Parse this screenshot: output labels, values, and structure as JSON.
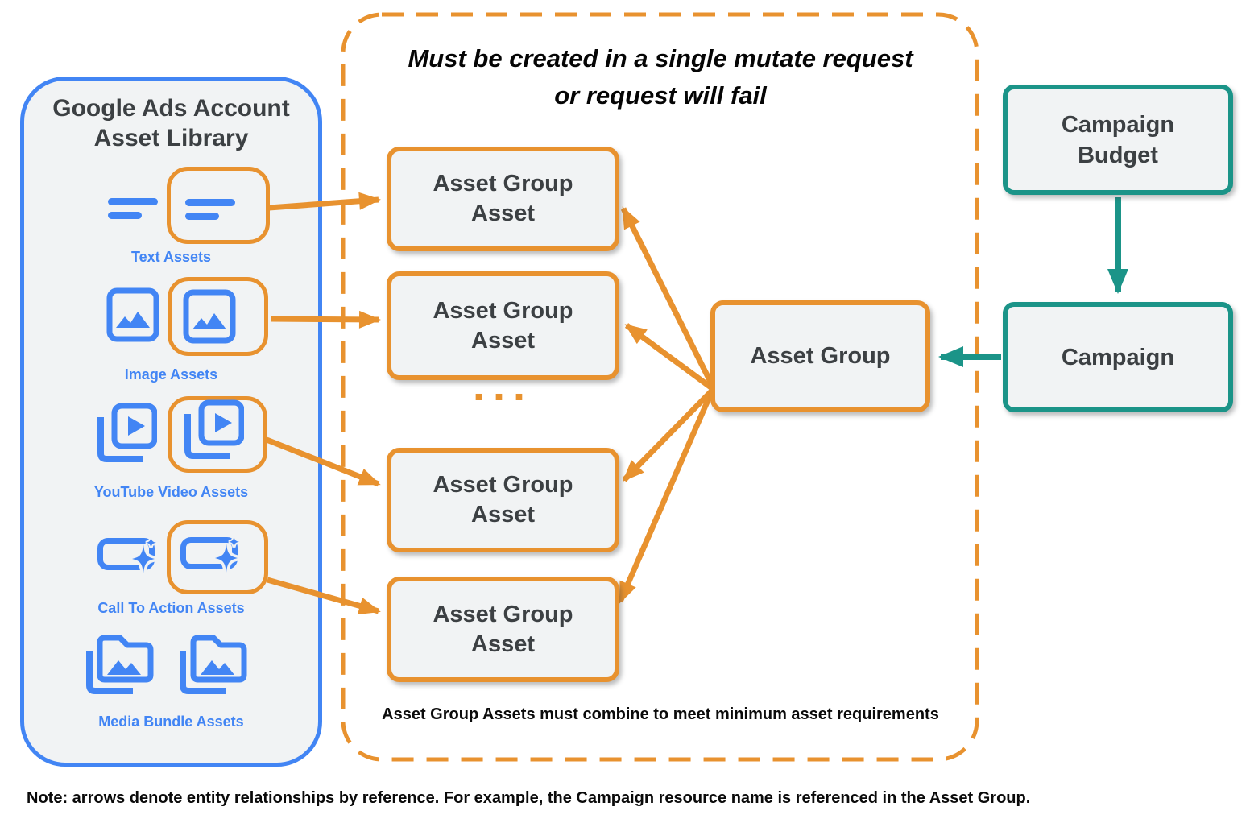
{
  "colors": {
    "google_blue": "#4285F4",
    "orange": "#E8922F",
    "teal": "#1B9488",
    "box_fill": "#F1F3F4",
    "dark_text": "#3C4043"
  },
  "asset_library": {
    "title_line1": "Google Ads Account",
    "title_line2": "Asset Library",
    "items": [
      {
        "icon": "text-asset-icon",
        "label": "Text Assets"
      },
      {
        "icon": "image-asset-icon",
        "label": "Image Assets"
      },
      {
        "icon": "youtube-video-asset-icon",
        "label": "YouTube Video Assets"
      },
      {
        "icon": "call-to-action-asset-icon",
        "label": "Call To Action Assets"
      },
      {
        "icon": "media-bundle-asset-icon",
        "label": "Media Bundle Assets"
      }
    ]
  },
  "mutate_request_group": {
    "title_line1": "Must be created in a single mutate request",
    "title_line2": "or request will fail",
    "asset_group_asset": {
      "line1": "Asset Group",
      "line2": "Asset"
    },
    "ellipsis": "...",
    "asset_group_label": "Asset Group",
    "footnote": "Asset Group Assets must combine to meet minimum asset requirements"
  },
  "campaign_section": {
    "budget_line1": "Campaign",
    "budget_line2": "Budget",
    "campaign_label": "Campaign"
  },
  "note": "Note: arrows denote entity relationships by reference. For example, the Campaign resource name is referenced in the Asset Group."
}
